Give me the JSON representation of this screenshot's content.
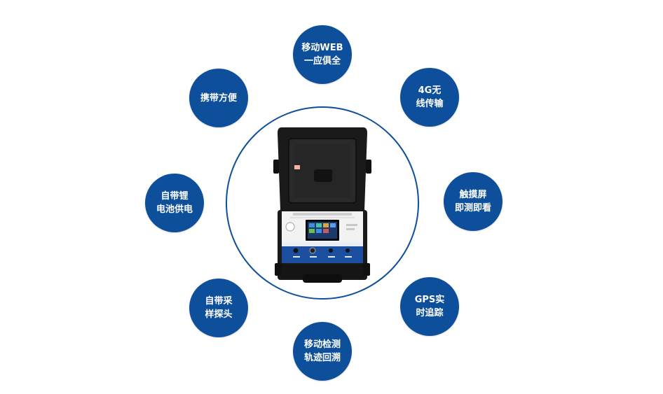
{
  "features": [
    {
      "id": "mobile-web",
      "line1": "移动WEB",
      "line2": "一应俱全"
    },
    {
      "id": "4g-wireless",
      "line1": "4G无",
      "line2": "线传输"
    },
    {
      "id": "touchscreen",
      "line1": "触摸屏",
      "line2": "即测即看"
    },
    {
      "id": "gps-realtime",
      "line1": "GPS实",
      "line2": "时追踪"
    },
    {
      "id": "track-replay",
      "line1": "移动检测",
      "line2": "轨迹回溯"
    },
    {
      "id": "sampling-head",
      "line1": "自带采",
      "line2": "样探头"
    },
    {
      "id": "lithium-battery",
      "line1": "自带锂",
      "line2": "电池供电"
    },
    {
      "id": "portable",
      "line1": "携带方便",
      "line2": ""
    }
  ],
  "colors": {
    "circle_fill": "#0d4f9a",
    "text": "#ffffff",
    "ring_border": "#0d4f9a",
    "case_black": "#1a1a1a",
    "panel_white": "#f2f2f2",
    "panel_blue": "#1c4fa0"
  }
}
